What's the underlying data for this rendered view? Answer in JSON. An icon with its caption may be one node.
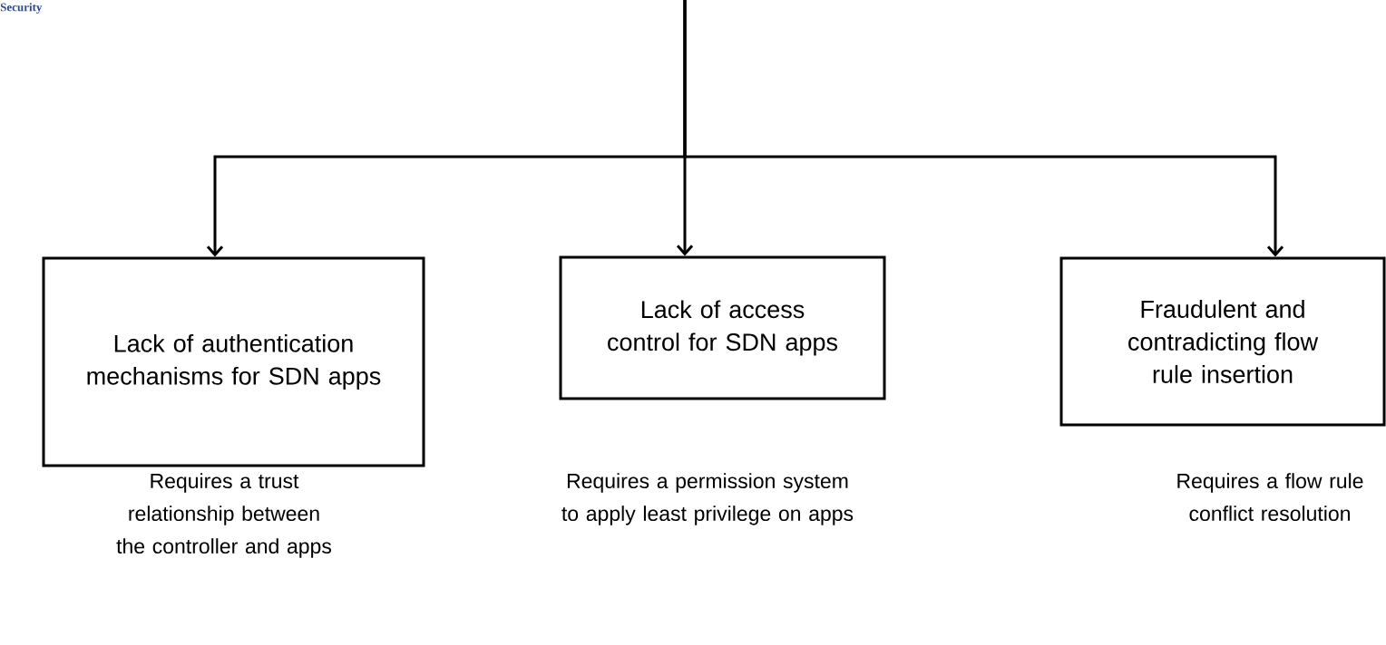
{
  "diagram": {
    "nodes": [
      {
        "text": [
          "Lack of authentication mechanisms for SDN apps"
        ],
        "beside": [
          "Requires a trust relationship between the controller and apps"
        ]
      },
      {
        "text": [
          "Lack of access control for SDN apps"
        ],
        "beside": [
          "Requires a permission system to apply least privilege on apps"
        ]
      },
      {
        "text": [
          "Fraudulent and contradicting  flow rule insertion"
        ],
        "beside": [
          "Requires a flow rule conflict resolution"
        ]
      }
    ],
    "edges": [
      {
        "from": null,
        "to": 0,
        "arrow": "to"
      },
      {
        "from": null,
        "to": 1,
        "arrow": "to"
      },
      {
        "from": null,
        "to": 2,
        "arrow": "to"
      }
    ],
    "labels": [
      "Security"
    ]
  }
}
